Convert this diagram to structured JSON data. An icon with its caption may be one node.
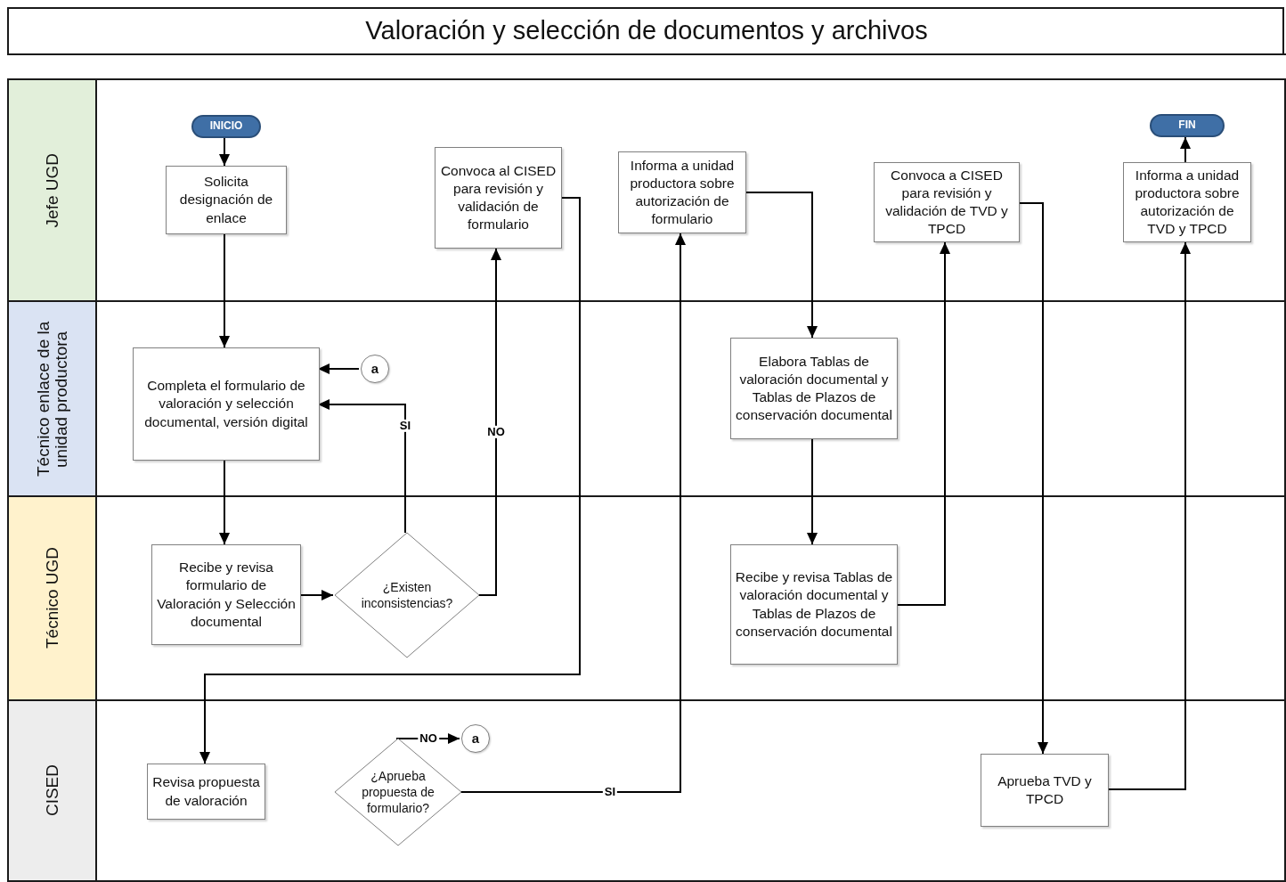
{
  "diagram": {
    "title": "Valoración y selección de documentos y archivos",
    "nodes": [
      {
        "text": [
          "Jefe UGD"
        ]
      },
      {
        "text": [
          "INICIO"
        ],
        "in": 0
      },
      {
        "text": [
          "Solicita designación de enlace"
        ],
        "in": 0
      },
      {
        "text": [
          "Convoca al CISED para revisión y validación de formulario"
        ],
        "in": 0
      },
      {
        "text": [
          "Informa a unidad productora sobre autorización de formulario"
        ],
        "in": 0
      },
      {
        "text": [
          "Convoca a CISED para revisión y validación de TVD y TPCD"
        ],
        "in": 0
      },
      {
        "text": [
          "FIN"
        ],
        "in": 0
      },
      {
        "text": [
          "Informa a unidad productora sobre autorización de TVD y TPCD"
        ],
        "in": 0
      },
      {
        "text": [
          "Técnico enlace de la unidad productora"
        ]
      },
      {
        "text": [
          "Completa el formulario de valoración y selección documental, versión digital"
        ],
        "in": 8
      },
      {
        "text": [
          "a"
        ],
        "in": 8
      },
      {
        "text": [
          "Elabora Tablas de valoración documental y Tablas de Plazos de conservación documental"
        ],
        "in": 8
      },
      {
        "text": [
          "Técnico UGD"
        ]
      },
      {
        "text": [
          "Recibe y revisa formulario de Valoración y Selección documental"
        ],
        "in": 12
      },
      {
        "text": [
          "¿Existen inconsistencias?"
        ],
        "in": 12
      },
      {
        "text": [
          "Recibe y revisa Tablas de valoración documental y Tablas de Plazos de conservación documental"
        ],
        "in": 12
      },
      {
        "text": [
          "CISED"
        ]
      },
      {
        "text": [
          "Revisa propuesta de valoración"
        ],
        "in": 16
      },
      {
        "text": [
          "¿Aprueba propuesta de formulario?"
        ],
        "in": 16
      },
      {
        "text": [
          "a"
        ],
        "in": 16
      },
      {
        "text": [
          "Aprueba TVD y TPCD"
        ],
        "in": 16
      }
    ],
    "edges": [
      {
        "from": 1,
        "to": 2,
        "arrow": "to"
      },
      {
        "from": 2,
        "to": 9,
        "arrow": "to"
      },
      {
        "from": 10,
        "to": 9,
        "arrow": "to"
      },
      {
        "from": 9,
        "to": 13,
        "arrow": "to"
      },
      {
        "from": 13,
        "to": 14,
        "arrow": "to"
      },
      {
        "from": 14,
        "to": 9,
        "arrow": "to",
        "label": "SI"
      },
      {
        "from": 14,
        "to": 3,
        "arrow": "to",
        "label": "NO"
      },
      {
        "from": 3,
        "to": 17,
        "arrow": "to"
      },
      {
        "from": 18,
        "to": 19,
        "arrow": "to",
        "label": "NO"
      },
      {
        "from": 18,
        "to": 4,
        "arrow": "to",
        "label": "SI"
      },
      {
        "from": 4,
        "to": 11,
        "arrow": "to"
      },
      {
        "from": 11,
        "to": 15,
        "arrow": "to"
      },
      {
        "from": 15,
        "to": 5,
        "arrow": "to"
      },
      {
        "from": 5,
        "to": 20,
        "arrow": "to"
      },
      {
        "from": 20,
        "to": 7,
        "arrow": "to"
      },
      {
        "from": 7,
        "to": 6,
        "arrow": "to"
      }
    ]
  }
}
